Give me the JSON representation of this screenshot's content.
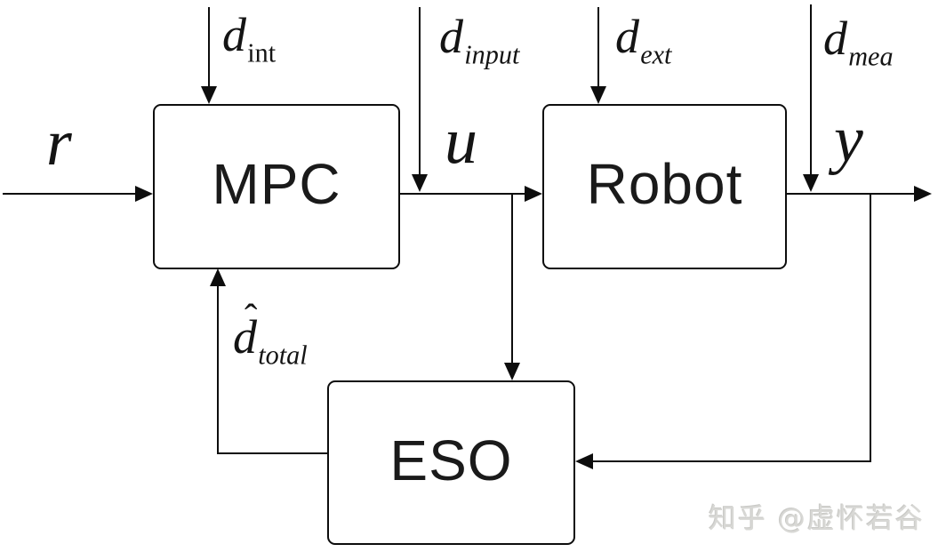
{
  "diagram": {
    "background_color": "#ffffff",
    "line_color": "#0d0d0d",
    "blocks": {
      "mpc": {
        "label": "MPC"
      },
      "robot": {
        "label": "Robot"
      },
      "eso": {
        "label": "ESO"
      }
    },
    "signals": {
      "r": {
        "main": "r"
      },
      "u": {
        "main": "u"
      },
      "y": {
        "main": "y"
      },
      "d_int": {
        "main": "d",
        "sub": "int"
      },
      "d_input": {
        "main": "d",
        "sub": "input"
      },
      "d_ext": {
        "main": "d",
        "sub": "ext"
      },
      "d_mea": {
        "main": "d",
        "sub": "mea"
      },
      "d_total": {
        "main": "d",
        "hat": "ˆ",
        "sub": "total"
      }
    },
    "watermark": {
      "text": "知乎 @虚怀若谷",
      "color": "#d8d8d5"
    }
  }
}
